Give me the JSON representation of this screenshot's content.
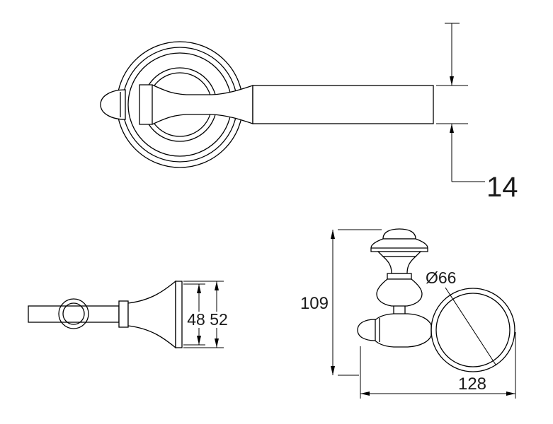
{
  "colors": {
    "background": "#ffffff",
    "line": "#000000",
    "text": "#1a1a1a"
  },
  "dimensions": {
    "bar_diameter": "14",
    "flange_inner_outer": "48 52",
    "overall_height": "109",
    "ring_diameter": "Ø66",
    "overall_width": "128"
  }
}
